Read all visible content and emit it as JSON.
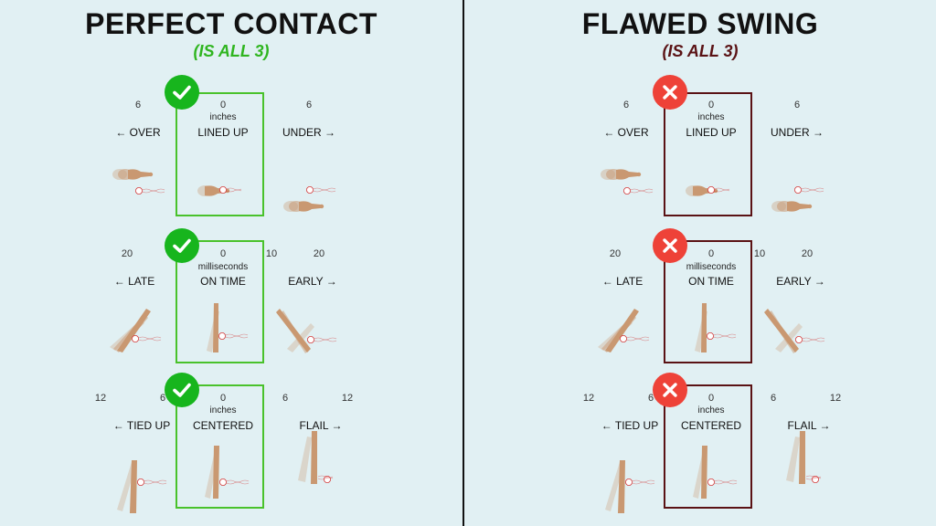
{
  "colors": {
    "good_accent": "#49c22b",
    "good_badge": "#17b51d",
    "bad_accent": "#5a1214",
    "bad_badge": "#ee4238",
    "bat": "#c99871",
    "ball_seam": "#d23b3b"
  },
  "panels": [
    {
      "title": "PERFECT CONTACT",
      "subtitle": "(IS ALL 3)",
      "badge_icon": "check-icon",
      "rows": [
        {
          "left_num": "6",
          "center_num": "0",
          "right_num": "6",
          "unit": "inches",
          "left_label": "← OVER",
          "center_label": "LINED UP",
          "right_label": "UNDER →"
        },
        {
          "left_num": "20",
          "center_num": "0",
          "right_num_a": "10",
          "right_num": "20",
          "unit": "milliseconds",
          "left_label": "← LATE",
          "center_label": "ON TIME",
          "right_label": "EARLY →"
        },
        {
          "left_num_outer": "12",
          "left_num": "6",
          "center_num": "0",
          "right_num": "6",
          "right_num_outer": "12",
          "unit": "inches",
          "left_label": "← TIED UP",
          "center_label": "CENTERED",
          "right_label": "FLAIL →"
        }
      ]
    },
    {
      "title": "FLAWED SWING",
      "subtitle": "(IS ALL 3)",
      "badge_icon": "x-icon",
      "rows": [
        {
          "left_num": "6",
          "center_num": "0",
          "right_num": "6",
          "unit": "inches",
          "left_label": "← OVER",
          "center_label": "LINED UP",
          "right_label": "UNDER →"
        },
        {
          "left_num": "20",
          "center_num": "0",
          "right_num_a": "10",
          "right_num": "20",
          "unit": "milliseconds",
          "left_label": "← LATE",
          "center_label": "ON TIME",
          "right_label": "EARLY →"
        },
        {
          "left_num_outer": "12",
          "left_num": "6",
          "center_num": "0",
          "right_num": "6",
          "right_num_outer": "12",
          "unit": "inches",
          "left_label": "← TIED UP",
          "center_label": "CENTERED",
          "right_label": "FLAIL →"
        }
      ]
    }
  ]
}
